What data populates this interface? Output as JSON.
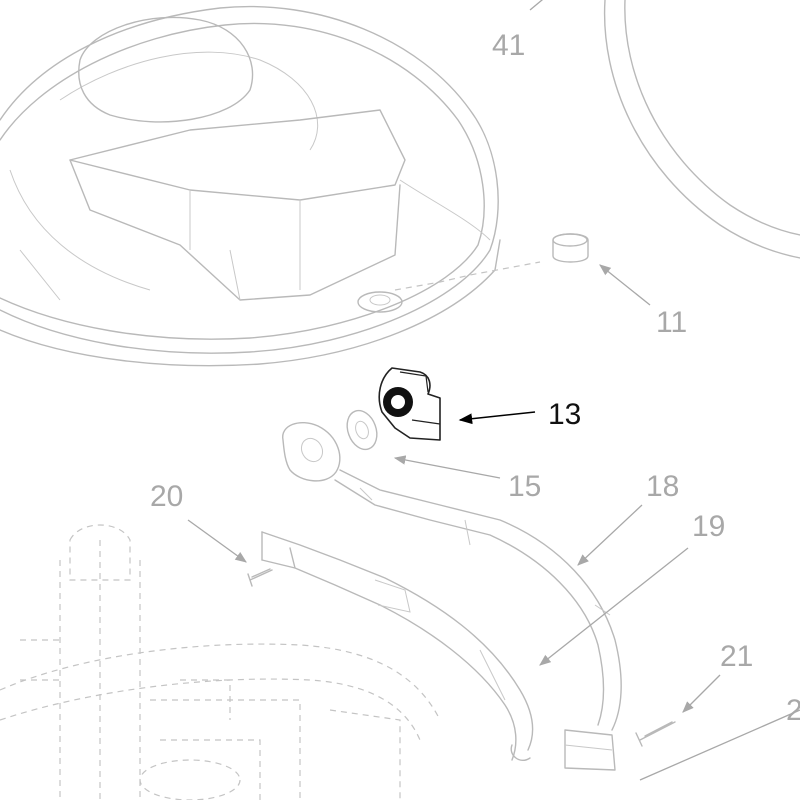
{
  "callouts": [
    {
      "id": "41",
      "label": "41",
      "highlight": false
    },
    {
      "id": "11",
      "label": "11",
      "highlight": false
    },
    {
      "id": "13",
      "label": "13",
      "highlight": true
    },
    {
      "id": "15",
      "label": "15",
      "highlight": false
    },
    {
      "id": "18",
      "label": "18",
      "highlight": false
    },
    {
      "id": "19",
      "label": "19",
      "highlight": false
    },
    {
      "id": "20",
      "label": "20",
      "highlight": false
    },
    {
      "id": "21",
      "label": "21",
      "highlight": false
    },
    {
      "id": "2x",
      "label": "2",
      "highlight": false
    }
  ],
  "colors": {
    "line_muted": "#b9b9b9",
    "label_muted": "#a8a8a8",
    "highlight": "#111111",
    "background": "#ffffff"
  }
}
